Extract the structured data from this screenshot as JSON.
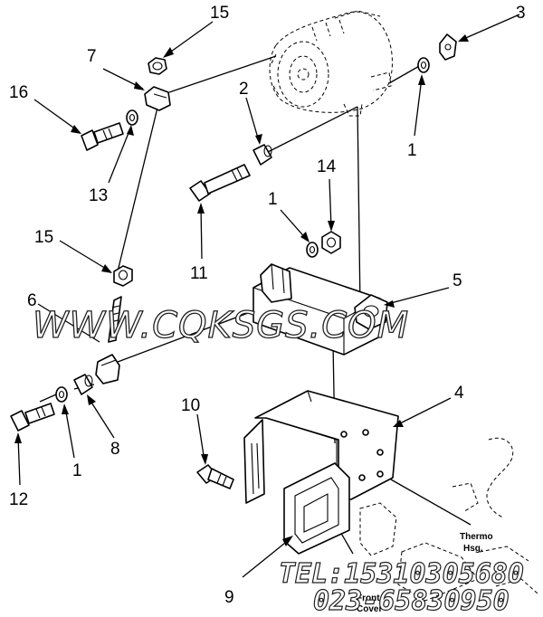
{
  "callouts": {
    "c15a": "15",
    "c3": "3",
    "c7": "7",
    "c16": "16",
    "c2": "2",
    "c1a": "1",
    "c13": "13",
    "c14": "14",
    "c1b": "1",
    "c11": "11",
    "c15b": "15",
    "c5": "5",
    "c6": "6",
    "c10": "10",
    "c4": "4",
    "c8": "8",
    "c1c": "1",
    "c12": "12",
    "c9": "9"
  },
  "labels": {
    "thermo_line1": "Thermo",
    "thermo_line2": "Hsg.",
    "front_cover_line1": "Front",
    "front_cover_line2": "Cover"
  },
  "watermark": {
    "site": "WWW.CQKSGS.COM",
    "tel": "TEL:15310305680",
    "tel2": "023-65830950"
  }
}
